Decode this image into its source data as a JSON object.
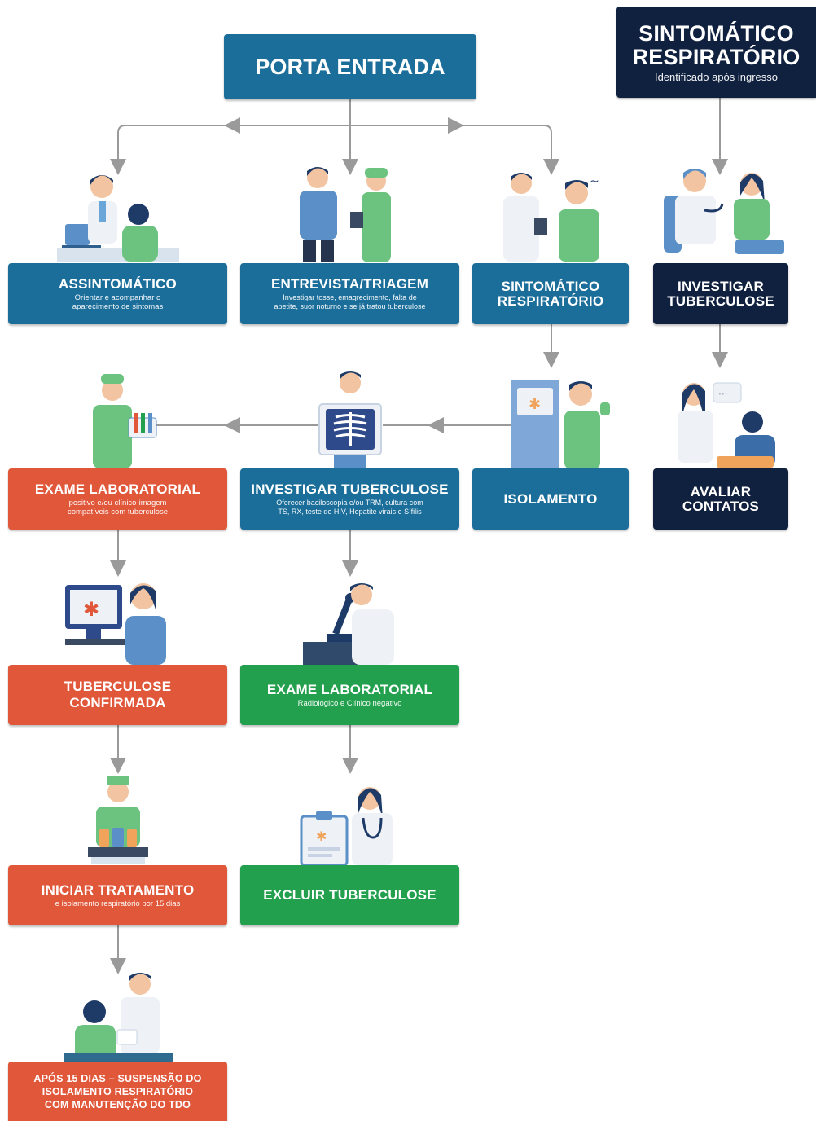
{
  "colors": {
    "blue": "#1b6e9a",
    "navy": "#10213f",
    "orange": "#e0573a",
    "green": "#22a04d",
    "connector": "#9a9a9a"
  },
  "nodes": {
    "porta_entrada": {
      "title": "PORTA ENTRADA"
    },
    "sintomatico_top": {
      "title": "SINTOMÁTICO\nRESPIRATÓRIO",
      "subtitle": "Identificado após ingresso"
    },
    "assintomatico": {
      "title": "ASSINTOMÁTICO",
      "subtitle": "Orientar e acompanhar o\naparecimento de sintomas"
    },
    "entrevista": {
      "title": "ENTREVISTA/TRIAGEM",
      "subtitle": "Investigar tosse, emagrecimento, falta de\napetite, suor noturno e se já tratou tuberculose"
    },
    "sintomatico_mid": {
      "title": "SINTOMÁTICO\nRESPIRATÓRIO"
    },
    "investigar_tb_right": {
      "title": "INVESTIGAR\nTUBERCULOSE"
    },
    "exame_lab_positivo": {
      "title": "EXAME LABORATORIAL",
      "subtitle": "positivo e/ou clínico-imagem\ncompatíveis com tuberculose"
    },
    "investigar_tb_center": {
      "title": "INVESTIGAR TUBERCULOSE",
      "subtitle": "Oferecer baciloscopia e/ou TRM, cultura com\nTS, RX, teste de HIV, Hepatite virais e Sífilis"
    },
    "isolamento": {
      "title": "ISOLAMENTO"
    },
    "avaliar_contatos": {
      "title": "AVALIAR\nCONTATOS"
    },
    "tb_confirmada": {
      "title": "TUBERCULOSE\nCONFIRMADA"
    },
    "exame_lab_negativo": {
      "title": "EXAME LABORATORIAL",
      "subtitle": "Radiológico e Clínico negativo"
    },
    "iniciar_tratamento": {
      "title": "INICIAR TRATAMENTO",
      "subtitle": "e isolamento respiratório por 15 dias"
    },
    "excluir_tb": {
      "title": "EXCLUIR TUBERCULOSE"
    },
    "apos_15_dias": {
      "title": "APÓS 15 DIAS – SUSPENSÃO DO\nISOLAMENTO RESPIRATÓRIO\nCOM MANUTENÇÃO DO TDO"
    }
  },
  "illustrations": {
    "reception": "reception-desk-icon",
    "triage": "doctor-patient-interview-icon",
    "symptomatic": "coughing-patient-icon",
    "exam": "stethoscope-exam-icon",
    "lab": "lab-technician-test-tubes-icon",
    "xray": "chest-xray-icon",
    "isolation": "isolation-room-icon",
    "contacts": "doctor-consultation-icon",
    "computer": "computer-diagnosis-icon",
    "microscope": "microscope-researcher-icon",
    "medication": "pharmacist-medication-icon",
    "report": "doctor-clipboard-report-icon",
    "followup": "follow-up-consult-icon"
  }
}
